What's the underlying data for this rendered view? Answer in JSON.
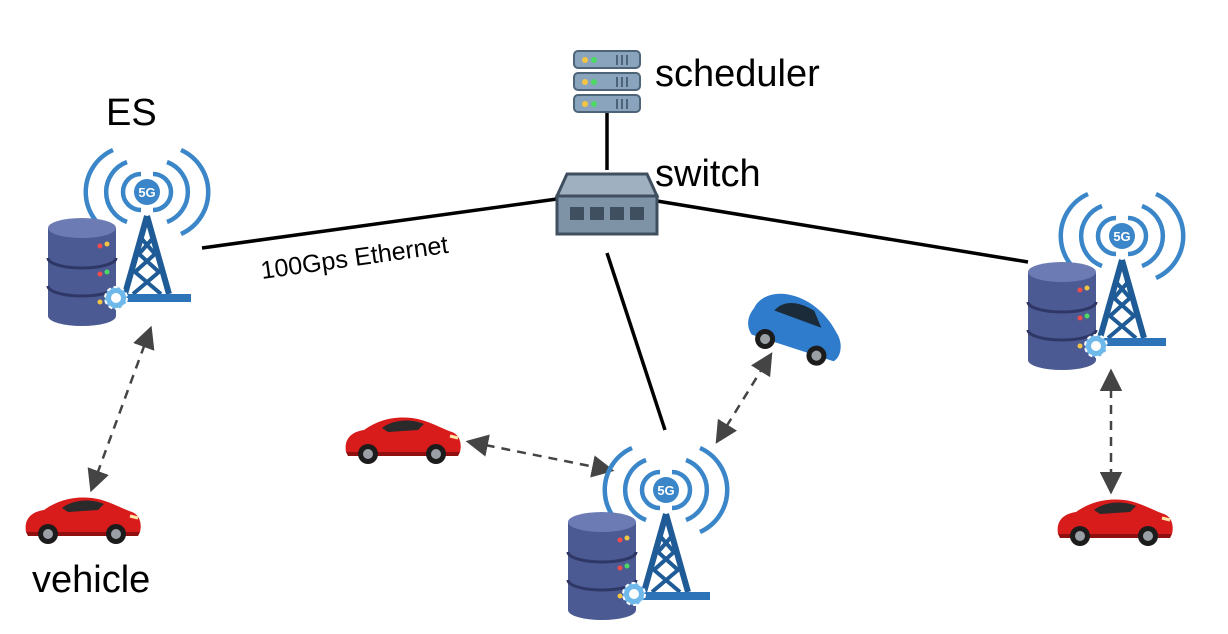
{
  "labels": {
    "scheduler": "scheduler",
    "switch": "switch",
    "es": "ES",
    "vehicle": "vehicle",
    "link": "100Gps Ethernet",
    "badge_5g": "5G"
  },
  "colors": {
    "tower": "#1f5b96",
    "wave": "#3a86c8",
    "server_body": "#4b5a92",
    "server_dark": "#2e3766",
    "gear": "#6fb8ea",
    "switch_body": "#7f93a6",
    "switch_dark": "#3f4f5f",
    "rack": "#8aa4bd",
    "red_car": "#d81b1b",
    "blue_car": "#2f7ccc",
    "line": "#000000",
    "arrow": "#444444"
  },
  "icons": [
    "server-rack-icon",
    "network-switch-icon",
    "5g-tower-icon",
    "edge-server-icon",
    "gear-icon",
    "red-car-icon",
    "blue-car-icon"
  ]
}
